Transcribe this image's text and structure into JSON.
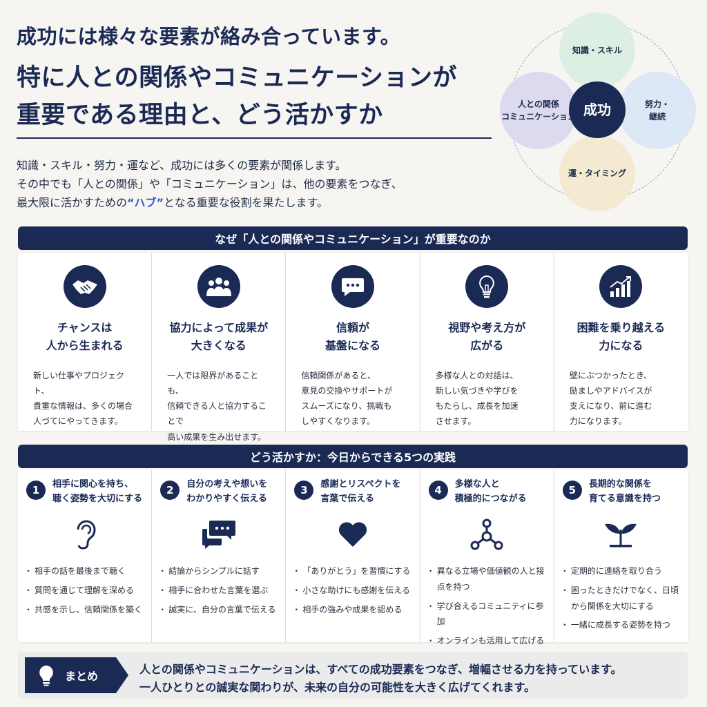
{
  "hero": {
    "line1": "成功には様々な要素が絡み合っています。",
    "line2": "特に人との関係やコミュニケーションが",
    "line3": "重要である理由と、どう活かすか"
  },
  "intro": {
    "line1": "知識・スキル・努力・運など、成功には多くの要素が関係します。",
    "line2": "その中でも「人との関係」や「コミュニケーション」は、他の要素をつなぎ、",
    "line3_before": "最大限に活かすための",
    "line3_hub": "“ハブ”",
    "line3_after": "となる重要な役割を果たします。"
  },
  "venn": {
    "center": "成功",
    "knowledge": "知識・スキル",
    "people_line1": "人との関係",
    "people_line2": "コミュニケーション",
    "effort_line1": "努力・",
    "effort_line2": "継続",
    "luck": "運・タイミング"
  },
  "why": {
    "heading": "なぜ「人との関係やコミュニケーション」が重要なのか",
    "cards": [
      {
        "icon": "handshake-icon",
        "title1": "チャンスは",
        "title2": "人から生まれる",
        "desc": [
          "新しい仕事やプロジェクト、",
          "貴重な情報は、多くの場合",
          "人づてにやってきます。"
        ]
      },
      {
        "icon": "group-icon",
        "title1": "協力によって成果が",
        "title2": "大きくなる",
        "desc": [
          "一人では限界があることも、",
          "信頼できる人と協力することで",
          "高い成果を生み出せます。"
        ]
      },
      {
        "icon": "chat-bubble-icon",
        "title1": "信頼が",
        "title2": "基盤になる",
        "desc": [
          "信頼関係があると、",
          "意見の交換やサポートが",
          "スムーズになり、挑戦も",
          "しやすくなります。"
        ]
      },
      {
        "icon": "lightbulb-icon",
        "title1": "視野や考え方が",
        "title2": "広がる",
        "desc": [
          "多様な人との対話は、",
          "新しい気づきや学びを",
          "もたらし、成長を加速",
          "させます。"
        ]
      },
      {
        "icon": "growth-chart-icon",
        "title1": "困難を乗り越える",
        "title2": "力になる",
        "desc": [
          "壁にぶつかったとき、",
          "励ましやアドバイスが",
          "支えになり、前に進む",
          "力になります。"
        ]
      }
    ]
  },
  "how": {
    "heading": "どう活かすか：今日からできる5つの実践",
    "cards": [
      {
        "num": "1",
        "title1": "相手に関心を持ち、",
        "title2": "聴く姿勢を大切にする",
        "icon": "ear-icon",
        "items": [
          "相手の話を最後まで聴く",
          "質問を通じて理解を深める",
          "共感を示し、信頼関係を築く"
        ]
      },
      {
        "num": "2",
        "title1": "自分の考えや想いを",
        "title2": "わかりやすく伝える",
        "icon": "speech-bubbles-icon",
        "items": [
          "結論からシンプルに話す",
          "相手に合わせた言葉を選ぶ",
          "誠実に、自分の言葉で伝える"
        ]
      },
      {
        "num": "3",
        "title1": "感謝とリスペクトを",
        "title2": "言葉で伝える",
        "icon": "heart-icon",
        "items": [
          "「ありがとう」を習慣にする",
          "小さな助けにも感謝を伝える",
          "相手の強みや成果を認める"
        ]
      },
      {
        "num": "4",
        "title1": "多様な人と",
        "title2": "積極的につながる",
        "icon": "network-icon",
        "items": [
          "異なる立場や価値観の人と接点を持つ",
          "学び合えるコミュニティに参加",
          "オンラインも活用して広げる"
        ]
      },
      {
        "num": "5",
        "title1": "長期的な関係を",
        "title2": "育てる意識を持つ",
        "icon": "sprout-icon",
        "items": [
          "定期的に連絡を取り合う",
          "困ったときだけでなく、日頃から関係を大切にする",
          "一緒に成長する姿勢を持つ"
        ]
      }
    ]
  },
  "summary": {
    "label": "まとめ",
    "line1": "人との関係やコミュニケーションは、すべての成功要素をつなぎ、増幅させる力を持っています。",
    "line2": "一人ひとりとの誠実な関わりが、未来の自分の可能性を大きく広げてくれます。"
  }
}
